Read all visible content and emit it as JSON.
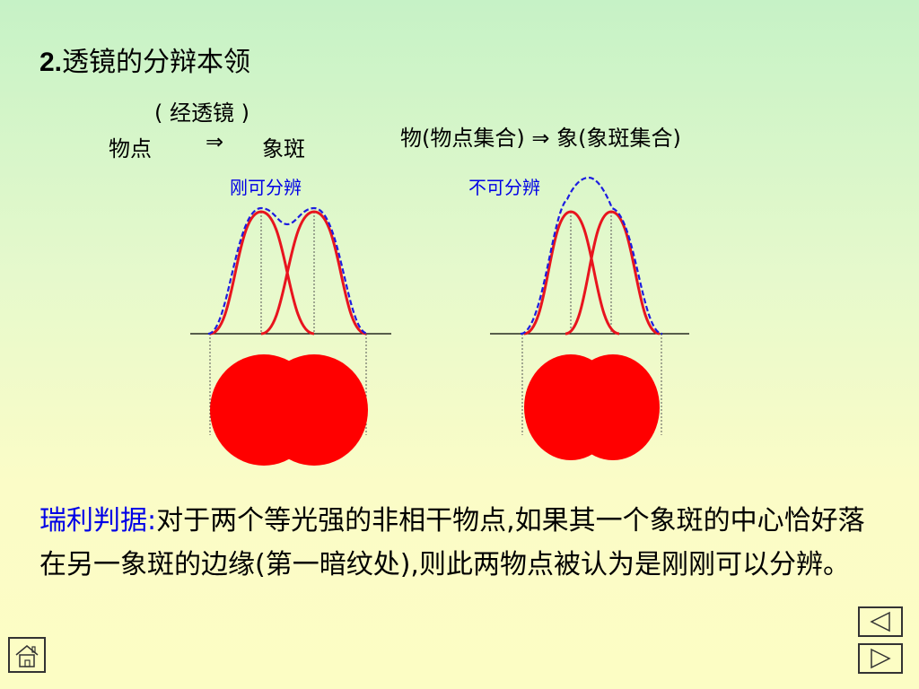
{
  "title": {
    "number": "2.",
    "text": "透镜的分辩本领"
  },
  "left_header": {
    "via_lens": "( 经透镜 )",
    "object_point": "物点",
    "arrow": "⇒",
    "image_spot": "象斑"
  },
  "right_header": {
    "text": "物(物点集合) ⇒ 象(象斑集合)"
  },
  "diagrams": {
    "left_label": "刚可分辨",
    "right_label": "不可分辨"
  },
  "criterion": {
    "lead": "瑞利判据:",
    "body": "对于两个等光强的非相干物点,如果其一个象斑的中心恰好落在另一象斑的边缘(第一暗纹处),则此两物点被认为是刚刚可以分辨。"
  },
  "nav": {
    "prev_icon": "triangle-left-icon",
    "next_icon": "triangle-right-icon",
    "home_icon": "home-icon"
  },
  "colors": {
    "curve_red": "#e8141e",
    "envelope_blue": "#1d1de0",
    "spot_red": "#ff0000",
    "label_blue": "#0000e6"
  }
}
